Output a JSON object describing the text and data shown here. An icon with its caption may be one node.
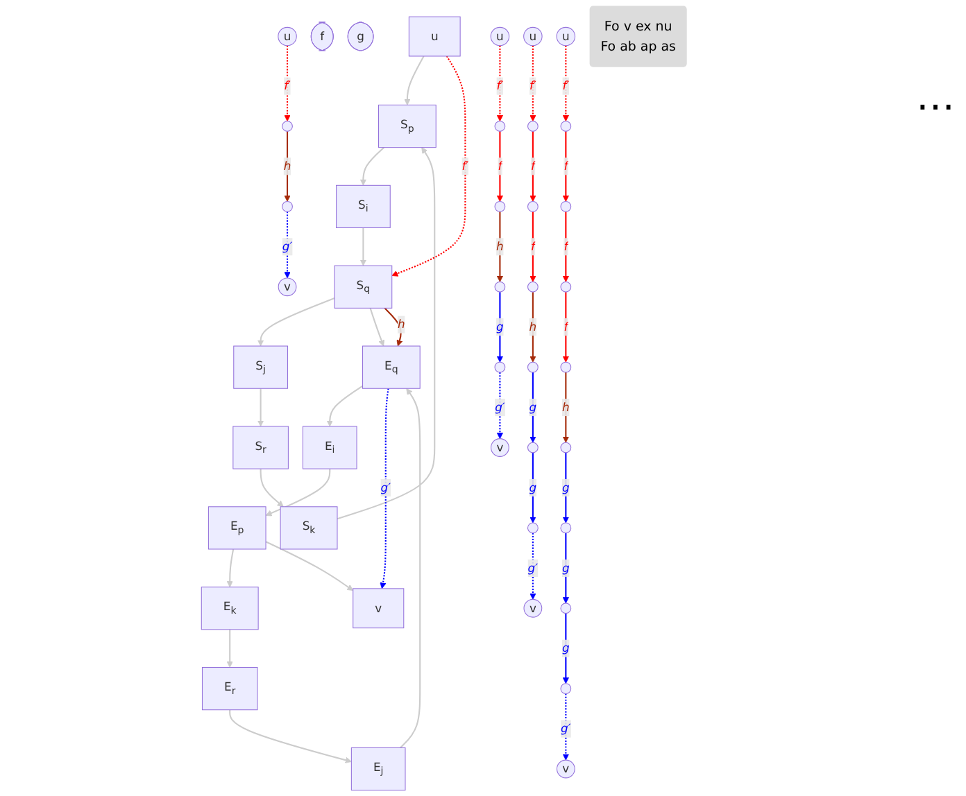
{
  "diagram": {
    "nodes": [
      {
        "text": [
          "u"
        ]
      },
      {
        "text": [
          "S$_{k}$"
        ]
      },
      {
        "text": [
          "S$_{r}$"
        ]
      },
      {
        "text": [
          "S$_{p}$"
        ]
      },
      {
        "text": [
          "f"
        ]
      },
      {
        "text": [
          "S$_{j}$"
        ]
      },
      {
        "text": [
          "S$_{i}$"
        ]
      },
      {
        "text": [
          "S$_{q}$"
        ]
      },
      {
        "text": [
          "E$_{i}$"
        ]
      },
      {
        "text": [
          "E$_{q}$"
        ]
      },
      {
        "text": [
          "E$_{p}$"
        ]
      },
      {
        "text": [
          "g"
        ]
      },
      {
        "text": [
          "E$_{j}$"
        ]
      },
      {
        "text": [
          "v"
        ]
      },
      {
        "text": [
          "E$_{k}$"
        ]
      },
      {
        "text": [
          "E$_{r}$"
        ]
      },
      {
        "text": [
          "u"
        ]
      },
      {
        "text": [],
        "shape": "point"
      },
      {
        "text": [],
        "shape": "point"
      },
      {
        "text": [
          "v"
        ]
      },
      {
        "text": [
          "u"
        ]
      },
      {
        "text": [],
        "shape": "point"
      },
      {
        "text": [],
        "shape": "point"
      },
      {
        "text": [],
        "shape": "point"
      },
      {
        "text": [],
        "shape": "point"
      },
      {
        "text": [
          "v"
        ]
      },
      {
        "text": [
          "u"
        ]
      },
      {
        "text": [],
        "shape": "point"
      },
      {
        "text": [],
        "shape": "point"
      },
      {
        "text": [],
        "shape": "point"
      },
      {
        "text": [],
        "shape": "point"
      },
      {
        "text": [],
        "shape": "point"
      },
      {
        "text": [],
        "shape": "point"
      },
      {
        "text": [
          "v"
        ]
      },
      {
        "text": [
          "u"
        ]
      },
      {
        "text": [],
        "shape": "point"
      },
      {
        "text": [],
        "shape": "point"
      },
      {
        "text": [],
        "shape": "point"
      },
      {
        "text": [],
        "shape": "point"
      },
      {
        "text": [],
        "shape": "point"
      },
      {
        "text": [],
        "shape": "point"
      },
      {
        "text": [],
        "shape": "point"
      },
      {
        "text": [],
        "shape": "point"
      },
      {
        "text": [
          "v"
        ]
      },
      {
        "text": [
          "Fo v ex nu",
          "Fo ab ap as"
        ]
      }
    ],
    "edges": [
      {
        "from": 0,
        "to": 3,
        "arrow": "to"
      },
      {
        "from": 1,
        "to": 3,
        "arrow": "to"
      },
      {
        "from": 2,
        "to": 1,
        "arrow": "to"
      },
      {
        "from": 5,
        "to": 2,
        "arrow": "to"
      },
      {
        "from": 7,
        "to": 5,
        "arrow": "to"
      },
      {
        "from": 6,
        "to": 7,
        "arrow": "to"
      },
      {
        "from": 3,
        "to": 6,
        "arrow": "to"
      },
      {
        "from": 0,
        "to": 7,
        "arrow": "to",
        "label": "f′",
        "style": "dashed",
        "color": "#ff0000"
      },
      {
        "from": 7,
        "to": 9,
        "arrow": "to"
      },
      {
        "from": 7,
        "to": 9,
        "arrow": "to",
        "label": "h",
        "color": "#a52a0a"
      },
      {
        "from": 9,
        "to": 8,
        "arrow": "to"
      },
      {
        "from": 8,
        "to": 10,
        "arrow": "to"
      },
      {
        "from": 10,
        "to": 14,
        "arrow": "to"
      },
      {
        "from": 14,
        "to": 15,
        "arrow": "to"
      },
      {
        "from": 15,
        "to": 12,
        "arrow": "to"
      },
      {
        "from": 12,
        "to": 9,
        "arrow": "to"
      },
      {
        "from": 10,
        "to": 13,
        "arrow": "to"
      },
      {
        "from": 9,
        "to": 13,
        "arrow": "to",
        "label": "g′",
        "style": "dashed",
        "color": "#0000ff"
      },
      {
        "from": 16,
        "to": 17,
        "arrow": "to",
        "label": "f′",
        "style": "dashed",
        "color": "#ff0000"
      },
      {
        "from": 17,
        "to": 18,
        "arrow": "to",
        "label": "h",
        "color": "#a52a0a"
      },
      {
        "from": 18,
        "to": 19,
        "arrow": "to",
        "label": "g′",
        "style": "dashed",
        "color": "#0000ff"
      },
      {
        "from": 20,
        "to": 21,
        "arrow": "to",
        "label": "f′",
        "style": "dashed",
        "color": "#ff0000"
      },
      {
        "from": 21,
        "to": 22,
        "arrow": "to",
        "label": "f",
        "color": "#ff0000"
      },
      {
        "from": 22,
        "to": 23,
        "arrow": "to",
        "label": "h",
        "color": "#a52a0a"
      },
      {
        "from": 23,
        "to": 24,
        "arrow": "to",
        "label": "g",
        "color": "#0000ff"
      },
      {
        "from": 24,
        "to": 25,
        "arrow": "to",
        "label": "g′",
        "style": "dashed",
        "color": "#0000ff"
      },
      {
        "from": 26,
        "to": 27,
        "arrow": "to",
        "label": "f′",
        "style": "dashed",
        "color": "#ff0000"
      },
      {
        "from": 27,
        "to": 28,
        "arrow": "to",
        "label": "f",
        "color": "#ff0000"
      },
      {
        "from": 28,
        "to": 29,
        "arrow": "to",
        "label": "f",
        "color": "#ff0000"
      },
      {
        "from": 29,
        "to": 30,
        "arrow": "to",
        "label": "h",
        "color": "#a52a0a"
      },
      {
        "from": 30,
        "to": 31,
        "arrow": "to",
        "label": "g",
        "color": "#0000ff"
      },
      {
        "from": 31,
        "to": 32,
        "arrow": "to",
        "label": "g",
        "color": "#0000ff"
      },
      {
        "from": 32,
        "to": 33,
        "arrow": "to",
        "label": "g′",
        "style": "dashed",
        "color": "#0000ff"
      },
      {
        "from": 34,
        "to": 35,
        "arrow": "to",
        "label": "f′",
        "style": "dashed",
        "color": "#ff0000"
      },
      {
        "from": 35,
        "to": 36,
        "arrow": "to",
        "label": "f",
        "color": "#ff0000"
      },
      {
        "from": 36,
        "to": 37,
        "arrow": "to",
        "label": "f",
        "color": "#ff0000"
      },
      {
        "from": 37,
        "to": 38,
        "arrow": "to",
        "label": "f",
        "color": "#ff0000"
      },
      {
        "from": 38,
        "to": 39,
        "arrow": "to",
        "label": "h",
        "color": "#a52a0a"
      },
      {
        "from": 39,
        "to": 40,
        "arrow": "to",
        "label": "g",
        "color": "#0000ff"
      },
      {
        "from": 40,
        "to": 41,
        "arrow": "to",
        "label": "g",
        "color": "#0000ff"
      },
      {
        "from": 41,
        "to": 42,
        "arrow": "to",
        "label": "g",
        "color": "#0000ff"
      },
      {
        "from": 42,
        "to": 43,
        "arrow": "to",
        "label": "g′",
        "style": "dashed",
        "color": "#0000ff"
      }
    ],
    "labels": [
      "⋯"
    ]
  }
}
